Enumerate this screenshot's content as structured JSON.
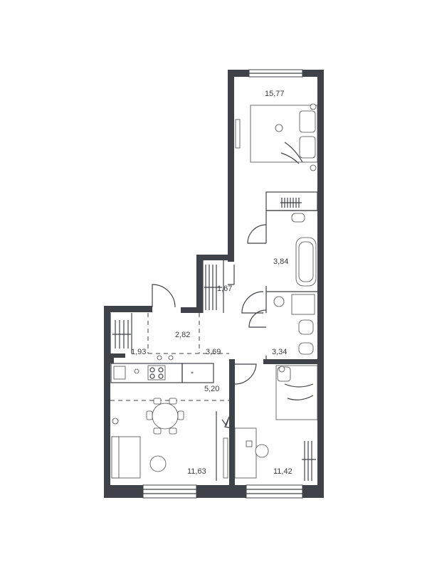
{
  "rooms": [
    {
      "id": "bedroom-top",
      "area": "15,77"
    },
    {
      "id": "bathroom",
      "area": "3,84"
    },
    {
      "id": "storage",
      "area": "1,67"
    },
    {
      "id": "entrance",
      "area": "2,82"
    },
    {
      "id": "hallway",
      "area": "3,69"
    },
    {
      "id": "wardrobe",
      "area": "1,93"
    },
    {
      "id": "toilet",
      "area": "3,34"
    },
    {
      "id": "kitchen",
      "area": "5,20"
    },
    {
      "id": "living-room",
      "area": "11,63"
    },
    {
      "id": "bedroom-bottom",
      "area": "11,42"
    }
  ],
  "colors": {
    "wall": "#3f4248",
    "background": "#ffffff"
  }
}
